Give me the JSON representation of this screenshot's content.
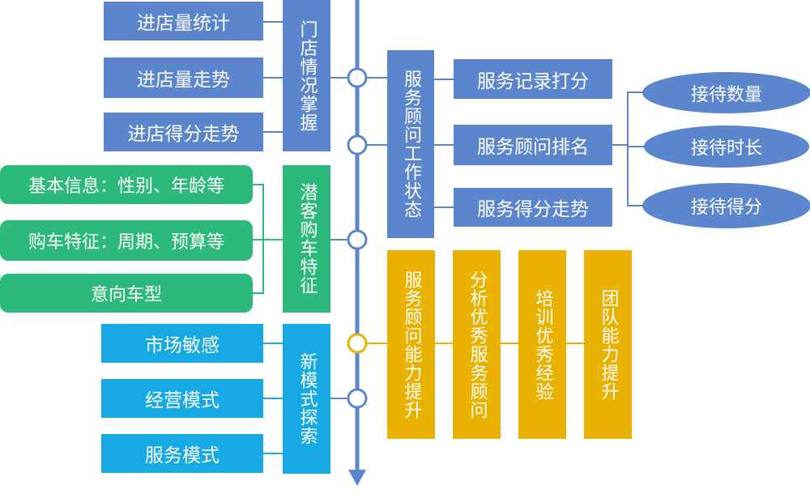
{
  "colors": {
    "blue": "#5b86cd",
    "green": "#2cb97b",
    "cyan": "#17a9e3",
    "gold": "#eab200",
    "spine": "#5b86cd"
  },
  "store": {
    "title": "门店情况掌握",
    "items": [
      "进店量统计",
      "进店量走势",
      "进店得分走势"
    ]
  },
  "customer": {
    "title": "潜客购车特征",
    "items": [
      "基本信息：性别、年龄等",
      "购车特征：周期、预算等",
      "意向车型"
    ]
  },
  "newmodel": {
    "title": "新模式探索",
    "items": [
      "市场敏感",
      "经营模式",
      "服务模式"
    ]
  },
  "advisor": {
    "title": "服务顾问工作状态",
    "items": [
      "服务记录打分",
      "服务顾问排名",
      "服务得分走势"
    ],
    "metrics": [
      "接待数量",
      "接待时长",
      "接待得分"
    ]
  },
  "ability": {
    "title": "服务顾问能力提升",
    "steps": [
      "分析优秀服务顾问",
      "培训优秀经验",
      "团队能力提升"
    ]
  }
}
